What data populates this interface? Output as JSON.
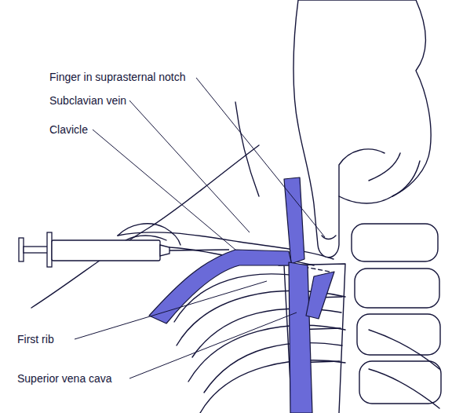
{
  "diagram": {
    "labels": [
      "Finger in suprasternal notch",
      "Subclavian vein",
      "Clavicle",
      "First rib",
      "Superior vena cava"
    ]
  }
}
